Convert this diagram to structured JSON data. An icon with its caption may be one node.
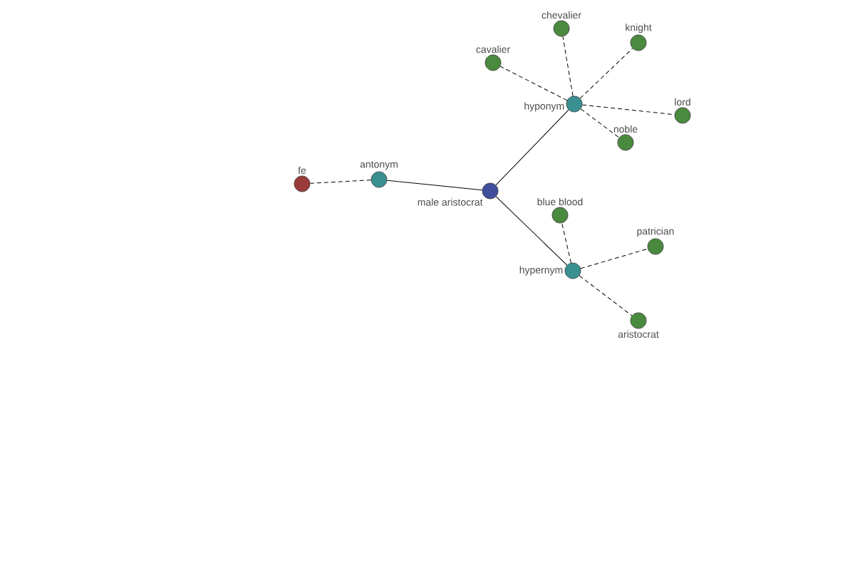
{
  "diagram": {
    "nodes": [
      {
        "text": [
          "male aristocrat"
        ]
      },
      {
        "text": [
          "antonym"
        ]
      },
      {
        "text": [
          "fe"
        ]
      },
      {
        "text": [
          "hyponym"
        ]
      },
      {
        "text": [
          "cavalier"
        ]
      },
      {
        "text": [
          "chevalier"
        ]
      },
      {
        "text": [
          "knight"
        ]
      },
      {
        "text": [
          "lord"
        ]
      },
      {
        "text": [
          "noble"
        ]
      },
      {
        "text": [
          "hypernym"
        ]
      },
      {
        "text": [
          "blue blood"
        ]
      },
      {
        "text": [
          "patrician"
        ]
      },
      {
        "text": [
          "aristocrat"
        ]
      }
    ],
    "edges": [
      {
        "from": 0,
        "to": 1,
        "arrow": "none"
      },
      {
        "from": 1,
        "to": 2,
        "arrow": "none",
        "style": "dashed"
      },
      {
        "from": 0,
        "to": 3,
        "arrow": "none"
      },
      {
        "from": 3,
        "to": 4,
        "arrow": "none",
        "style": "dashed"
      },
      {
        "from": 3,
        "to": 5,
        "arrow": "none",
        "style": "dashed"
      },
      {
        "from": 3,
        "to": 6,
        "arrow": "none",
        "style": "dashed"
      },
      {
        "from": 3,
        "to": 7,
        "arrow": "none",
        "style": "dashed"
      },
      {
        "from": 3,
        "to": 8,
        "arrow": "none",
        "style": "dashed"
      },
      {
        "from": 0,
        "to": 9,
        "arrow": "none"
      },
      {
        "from": 9,
        "to": 10,
        "arrow": "none",
        "style": "dashed"
      },
      {
        "from": 9,
        "to": 11,
        "arrow": "none",
        "style": "dashed"
      },
      {
        "from": 9,
        "to": 12,
        "arrow": "none",
        "style": "dashed"
      }
    ]
  }
}
